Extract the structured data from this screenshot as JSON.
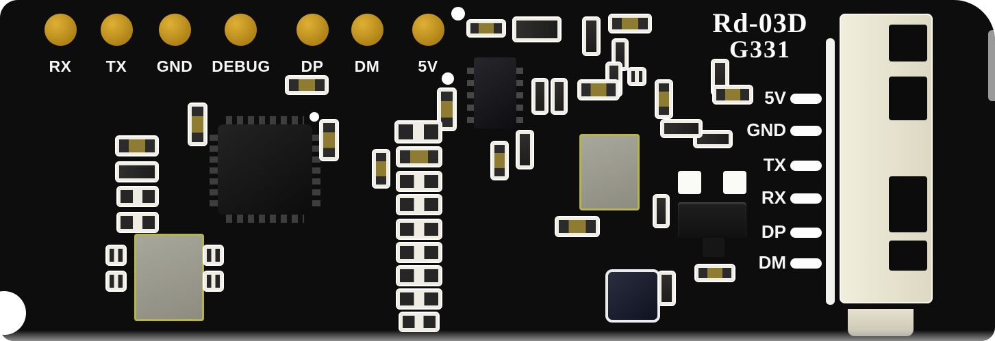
{
  "board": {
    "title_line1": "Rd-03D",
    "title_line2": "G331"
  },
  "pads": {
    "labels": [
      "RX",
      "TX",
      "GND",
      "DEBUG",
      "DP",
      "DM",
      "5V"
    ]
  },
  "connector": {
    "pins": [
      "5V",
      "GND",
      "TX",
      "RX",
      "DP",
      "DM"
    ]
  },
  "colors": {
    "board": "#0d0d0d",
    "silkscreen": "#f5f5f5",
    "pad_gold": "#b08317",
    "connector_beige": "#dcd8c2",
    "module_gray": "#8d8c80",
    "module_outline": "#b5b44e",
    "component_gold": "#8f7c33",
    "component_dark": "#2b2b2b"
  }
}
